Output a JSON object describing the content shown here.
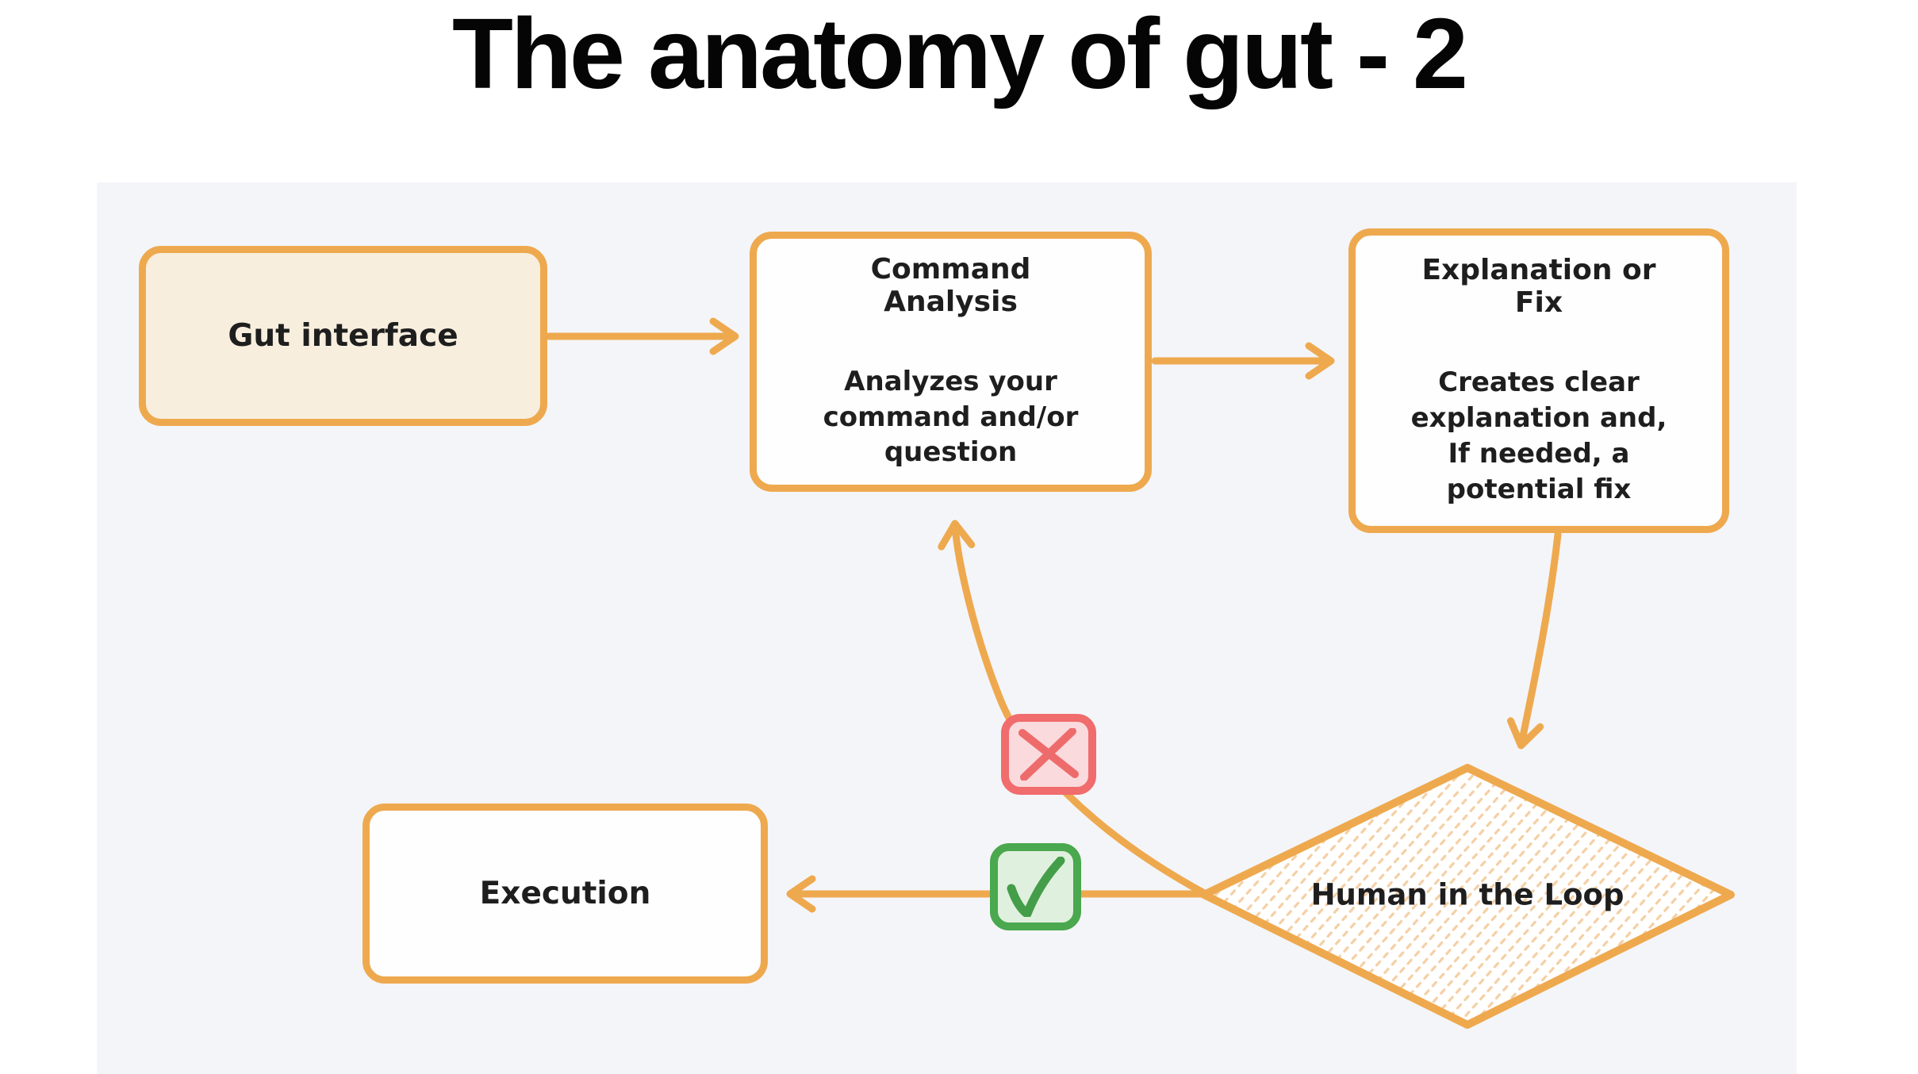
{
  "title": "The anatomy of gut - 2",
  "colors": {
    "accent_orange": "#eea94f",
    "panel_background": "#f4f5f8",
    "node_fill": "#fefefe",
    "gut_node_fill": "#f8eede",
    "diamond_hatch": "#f5cfa4",
    "reject_border": "#f06c6d",
    "reject_fill": "#fadadc",
    "accept_border": "#4aa84e",
    "accept_fill": "#e0f0de",
    "text": "#1e1e1e"
  },
  "nodes": {
    "gut_interface": {
      "label": "Gut interface"
    },
    "command_analysis": {
      "title": "Command Analysis",
      "body": "Analyzes your command and/or question"
    },
    "explanation_or_fix": {
      "title": "Explanation or Fix",
      "body": "Creates clear explanation and, If needed, a potential fix"
    },
    "human_in_the_loop": {
      "label": "Human in the Loop"
    },
    "execution": {
      "label": "Execution"
    }
  },
  "icons": {
    "reject": "x-icon",
    "accept": "check-icon"
  },
  "edges": [
    {
      "from": "gut_interface",
      "to": "command_analysis"
    },
    {
      "from": "command_analysis",
      "to": "explanation_or_fix"
    },
    {
      "from": "explanation_or_fix",
      "to": "human_in_the_loop"
    },
    {
      "from": "human_in_the_loop",
      "to": "execution",
      "badge": "accept"
    },
    {
      "from": "human_in_the_loop",
      "to": "command_analysis",
      "badge": "reject"
    }
  ]
}
